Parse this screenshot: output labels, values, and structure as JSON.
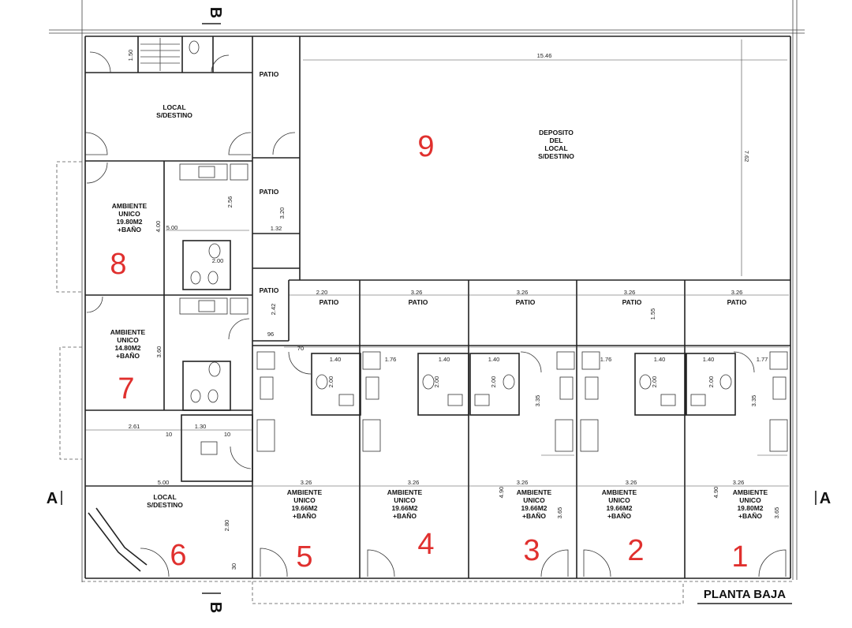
{
  "plan_title": "PLANTA BAJA",
  "section_marks": {
    "b": "B",
    "a": "A"
  },
  "rooms": {
    "deposito": [
      "DEPOSITO",
      "DEL",
      "LOCAL",
      "S/DESTINO"
    ],
    "local_top": [
      "LOCAL",
      "S/DESTINO"
    ],
    "local_bottom": [
      "LOCAL",
      "S/DESTINO"
    ],
    "amb8": [
      "AMBIENTE",
      "UNICO",
      "19.80M2",
      "+BAÑO"
    ],
    "amb7": [
      "AMBIENTE",
      "UNICO",
      "14.80M2",
      "+BAÑO"
    ],
    "amb5": [
      "AMBIENTE",
      "UNICO",
      "19.66M2",
      "+BAÑO"
    ],
    "amb4": [
      "AMBIENTE",
      "UNICO",
      "19.66M2",
      "+BAÑO"
    ],
    "amb3": [
      "AMBIENTE",
      "UNICO",
      "19.66M2",
      "+BAÑO"
    ],
    "amb2": [
      "AMBIENTE",
      "UNICO",
      "19.66M2",
      "+BAÑO"
    ],
    "amb1": [
      "AMBIENTE",
      "UNICO",
      "19.80M2",
      "+BAÑO"
    ]
  },
  "patio": "PATIO",
  "unit_numbers": [
    "1",
    "2",
    "3",
    "4",
    "5",
    "6",
    "7",
    "8",
    "9"
  ],
  "dimensions": {
    "d1546": "15.46",
    "d762": "7.62",
    "d150": "1.50",
    "d500a": "5.00",
    "d400": "4.00",
    "d256": "2.56",
    "d320": "3.20",
    "d132": "1.32",
    "d200": "2.00",
    "d220": "2.20",
    "d326": "3.26",
    "d242": "2.42",
    "d96": "96",
    "d155": "1.55",
    "d360": "3.60",
    "d70": "70",
    "d140": "1.40",
    "d176": "1.76",
    "d177": "1.77",
    "d335": "3.35",
    "d261": "2.61",
    "d10": "10",
    "d130": "1.30",
    "d500b": "5.00",
    "d490": "4.90",
    "d365": "3.65",
    "d280": "2.80",
    "d30": "30"
  },
  "colors": {
    "unit_numbers": "#e0302e",
    "lines": "#222222"
  }
}
